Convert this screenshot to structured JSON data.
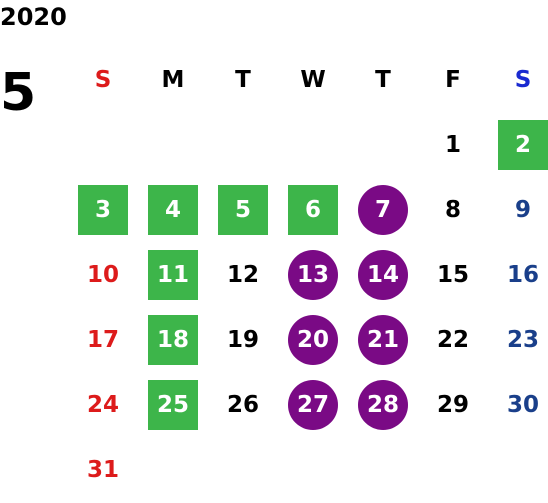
{
  "year": "2020",
  "month": "5",
  "weekdays": [
    "S",
    "M",
    "T",
    "W",
    "T",
    "F",
    "S"
  ],
  "colors": {
    "sunday": "#dd1b1b",
    "saturday": "#1a3f8a",
    "saturday_header": "#1a2ad0",
    "green_marker": "#3db54a",
    "purple_marker": "#7a0a85"
  },
  "weeks": [
    [
      {
        "day": ""
      },
      {
        "day": ""
      },
      {
        "day": ""
      },
      {
        "day": ""
      },
      {
        "day": ""
      },
      {
        "day": "1"
      },
      {
        "day": "2",
        "mark": "green"
      }
    ],
    [
      {
        "day": "3",
        "mark": "green"
      },
      {
        "day": "4",
        "mark": "green"
      },
      {
        "day": "5",
        "mark": "green"
      },
      {
        "day": "6",
        "mark": "green"
      },
      {
        "day": "7",
        "mark": "purple"
      },
      {
        "day": "8"
      },
      {
        "day": "9"
      }
    ],
    [
      {
        "day": "10"
      },
      {
        "day": "11",
        "mark": "green"
      },
      {
        "day": "12"
      },
      {
        "day": "13",
        "mark": "purple"
      },
      {
        "day": "14",
        "mark": "purple"
      },
      {
        "day": "15"
      },
      {
        "day": "16"
      }
    ],
    [
      {
        "day": "17"
      },
      {
        "day": "18",
        "mark": "green"
      },
      {
        "day": "19"
      },
      {
        "day": "20",
        "mark": "purple"
      },
      {
        "day": "21",
        "mark": "purple"
      },
      {
        "day": "22"
      },
      {
        "day": "23"
      }
    ],
    [
      {
        "day": "24"
      },
      {
        "day": "25",
        "mark": "green"
      },
      {
        "day": "26"
      },
      {
        "day": "27",
        "mark": "purple"
      },
      {
        "day": "28",
        "mark": "purple"
      },
      {
        "day": "29"
      },
      {
        "day": "30"
      }
    ],
    [
      {
        "day": "31"
      },
      {
        "day": ""
      },
      {
        "day": ""
      },
      {
        "day": ""
      },
      {
        "day": ""
      },
      {
        "day": ""
      },
      {
        "day": ""
      }
    ]
  ]
}
